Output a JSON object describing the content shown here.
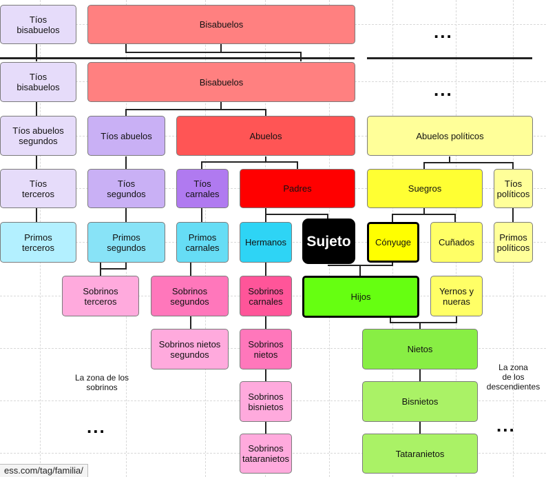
{
  "nodes": {
    "tios_bisabuelos_1": "Tíos\nbisabuelos",
    "bisabuelos_1": "Bisabuelos",
    "tios_bisabuelos_2": "Tíos\nbisabuelos",
    "bisabuelos_2": "Bisabuelos",
    "tios_abuelos_segundos": "Tíos abuelos\nsegundos",
    "tios_abuelos": "Tíos abuelos",
    "abuelos": "Abuelos",
    "abuelos_politicos": "Abuelos políticos",
    "tios_terceros": "Tíos\nterceros",
    "tios_segundos": "Tíos\nsegundos",
    "tios_carnales": "Tíos\ncarnales",
    "padres": "Padres",
    "suegros": "Suegros",
    "tios_politicos": "Tíos\npolíticos",
    "primos_terceros": "Primos\nterceros",
    "primos_segundos": "Primos\nsegundos",
    "primos_carnales": "Primos\ncarnales",
    "hermanos": "Hermanos",
    "sujeto": "Sujeto",
    "conyuge": "Cónyuge",
    "cunados": "Cuñados",
    "primos_politicos": "Primos\npolíticos",
    "sobrinos_terceros": "Sobrinos\nterceros",
    "sobrinos_segundos": "Sobrinos\nsegundos",
    "sobrinos_carnales": "Sobrinos\ncarnales",
    "hijos": "Hijos",
    "yernos_nueras": "Yernos y\nnueras",
    "sobrinos_nietos_segundos": "Sobrinos nietos\nsegundos",
    "sobrinos_nietos": "Sobrinos\nnietos",
    "nietos": "Nietos",
    "sobrinos_bisnietos": "Sobrinos\nbisnietos",
    "bisnietos": "Bisnietos",
    "sobrinos_tataranietos": "Sobrinos\ntataranietos",
    "tataranietos": "Tataranietos"
  },
  "ellipses": {
    "top_right_1": "...",
    "top_right_2": "...",
    "bottom_left": "...",
    "bottom_right": "..."
  },
  "zones": {
    "sobrinos": "La zona de los\nsobrinos",
    "descendientes": "La zona\nde los\ndescendientes"
  },
  "url_fragment": "ess.com/tag/familia/",
  "colors": {
    "lavender_light": "#e6dcfa",
    "lavender": "#c9b0f5",
    "purple": "#b07af0",
    "salmon": "#ff8080",
    "red_mid": "#ff5555",
    "red": "#ff0000",
    "yellow_light": "#ffff99",
    "yellow": "#ffff33",
    "yellow_mid": "#ffff66",
    "cyan_light": "#b3f0ff",
    "cyan_mid": "#88e3f7",
    "cyan_bright": "#66ddf5",
    "cyan_strong": "#2ed4f5",
    "pink_light": "#ffaadd",
    "pink": "#ff77bb",
    "pink_strong": "#ff5599",
    "green_bright": "#66ff11",
    "green": "#88ee44",
    "green_light": "#aaf266",
    "black": "#000000"
  }
}
